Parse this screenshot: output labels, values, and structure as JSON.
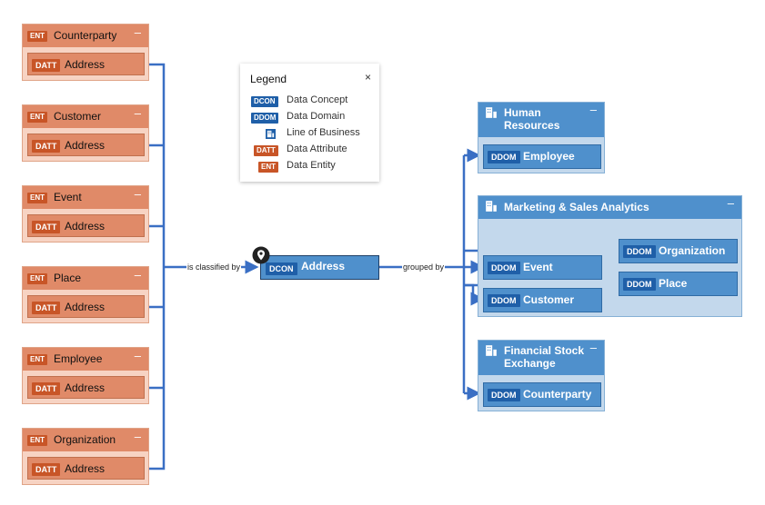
{
  "colors": {
    "entity_header": "#e08a68",
    "entity_body": "#f7d3c3",
    "entity_badge": "#c85527",
    "concept_fill": "#4f90cc",
    "concept_badge": "#1f5fa8",
    "group_fill": "#c3d8ec",
    "edge": "#3a6fc4"
  },
  "entities": [
    {
      "badge": "ENT",
      "title": "Counterparty",
      "attr_badge": "DATT",
      "attr": "Address"
    },
    {
      "badge": "ENT",
      "title": "Customer",
      "attr_badge": "DATT",
      "attr": "Address"
    },
    {
      "badge": "ENT",
      "title": "Event",
      "attr_badge": "DATT",
      "attr": "Address"
    },
    {
      "badge": "ENT",
      "title": "Place",
      "attr_badge": "DATT",
      "attr": "Address"
    },
    {
      "badge": "ENT",
      "title": "Employee",
      "attr_badge": "DATT",
      "attr": "Address"
    },
    {
      "badge": "ENT",
      "title": "Organization",
      "attr_badge": "DATT",
      "attr": "Address"
    }
  ],
  "edges": {
    "classified": "is classified by",
    "grouped": "grouped by"
  },
  "concept": {
    "badge": "DCON",
    "label": "Address",
    "pin_icon": "map-pin-icon"
  },
  "legend": {
    "title": "Legend",
    "close": "×",
    "items": [
      {
        "badge": "DCON",
        "label": "Data Concept"
      },
      {
        "badge": "DDOM",
        "label": "Data Domain"
      },
      {
        "badge": "",
        "label": "Line of Business",
        "icon": "building-icon"
      },
      {
        "badge": "DATT",
        "label": "Data Attribute"
      },
      {
        "badge": "ENT",
        "label": "Data Entity"
      }
    ]
  },
  "groups": {
    "hr": {
      "title_line1": "Human",
      "title_line2": "Resources",
      "domain_badge": "DDOM",
      "domain": "Employee"
    },
    "msa": {
      "title": "Marketing & Sales Analytics",
      "domains": [
        {
          "badge": "DDOM",
          "label": "Organization"
        },
        {
          "badge": "DDOM",
          "label": "Event"
        },
        {
          "badge": "DDOM",
          "label": "Place"
        },
        {
          "badge": "DDOM",
          "label": "Customer"
        }
      ]
    },
    "fse": {
      "title_line1": "Financial Stock",
      "title_line2": "Exchange",
      "domain_badge": "DDOM",
      "domain": "Counterparty"
    }
  },
  "minimize_glyph": "–"
}
